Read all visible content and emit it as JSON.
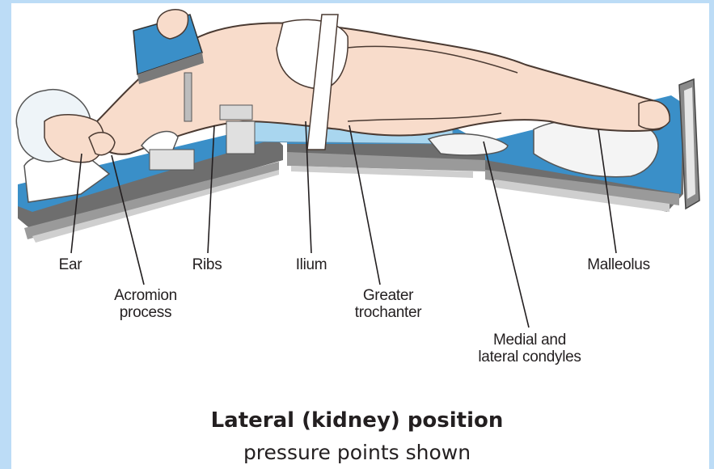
{
  "labels": {
    "ear": "Ear",
    "acromion": "Acromion\nprocess",
    "ribs": "Ribs",
    "ilium": "Ilium",
    "greater_trochanter": "Greater\ntrochanter",
    "condyles": "Medial and\nlateral condyles",
    "malleolus": "Malleolus"
  },
  "caption": {
    "title": "Lateral (kidney) position",
    "subtitle": "pressure points shown"
  },
  "colors": {
    "table_blue": "#3a8fc8",
    "pad_blue": "#8ec9ea",
    "skin": "#f8dccb",
    "frame_edge": "#bcdcf6"
  }
}
